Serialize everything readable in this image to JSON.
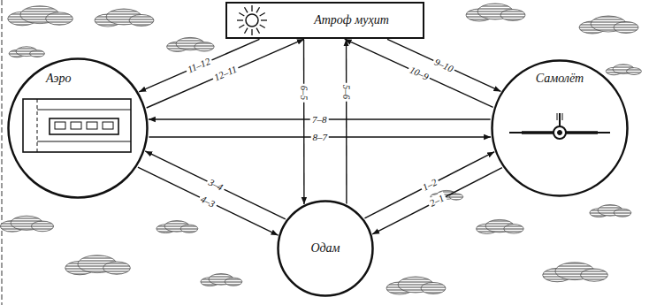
{
  "diagram": {
    "nodes": [
      {
        "text": [
          "Атроф муҳит"
        ]
      },
      {
        "text": [
          "Аэро"
        ]
      },
      {
        "text": [
          "Самолёт"
        ]
      },
      {
        "text": [
          "Одам"
        ]
      }
    ],
    "edges": [
      {
        "from": 0,
        "to": 1,
        "label": "11–12",
        "arrow": "to"
      },
      {
        "from": 1,
        "to": 0,
        "label": "12–11",
        "arrow": "to"
      },
      {
        "from": 0,
        "to": 3,
        "label": "6–5",
        "arrow": "to"
      },
      {
        "from": 3,
        "to": 0,
        "label": "5–6",
        "arrow": "to"
      },
      {
        "from": 0,
        "to": 2,
        "label": "9–10",
        "arrow": "to"
      },
      {
        "from": 2,
        "to": 0,
        "label": "10–9",
        "arrow": "to"
      },
      {
        "from": 2,
        "to": 1,
        "label": "7–8",
        "arrow": "to"
      },
      {
        "from": 1,
        "to": 2,
        "label": "8–7",
        "arrow": "to"
      },
      {
        "from": 3,
        "to": 1,
        "label": "3–4",
        "arrow": "to"
      },
      {
        "from": 1,
        "to": 3,
        "label": "4–3",
        "arrow": "to"
      },
      {
        "from": 3,
        "to": 2,
        "label": "1–2",
        "arrow": "to"
      },
      {
        "from": 2,
        "to": 3,
        "label": "2–1",
        "arrow": "to"
      }
    ]
  }
}
